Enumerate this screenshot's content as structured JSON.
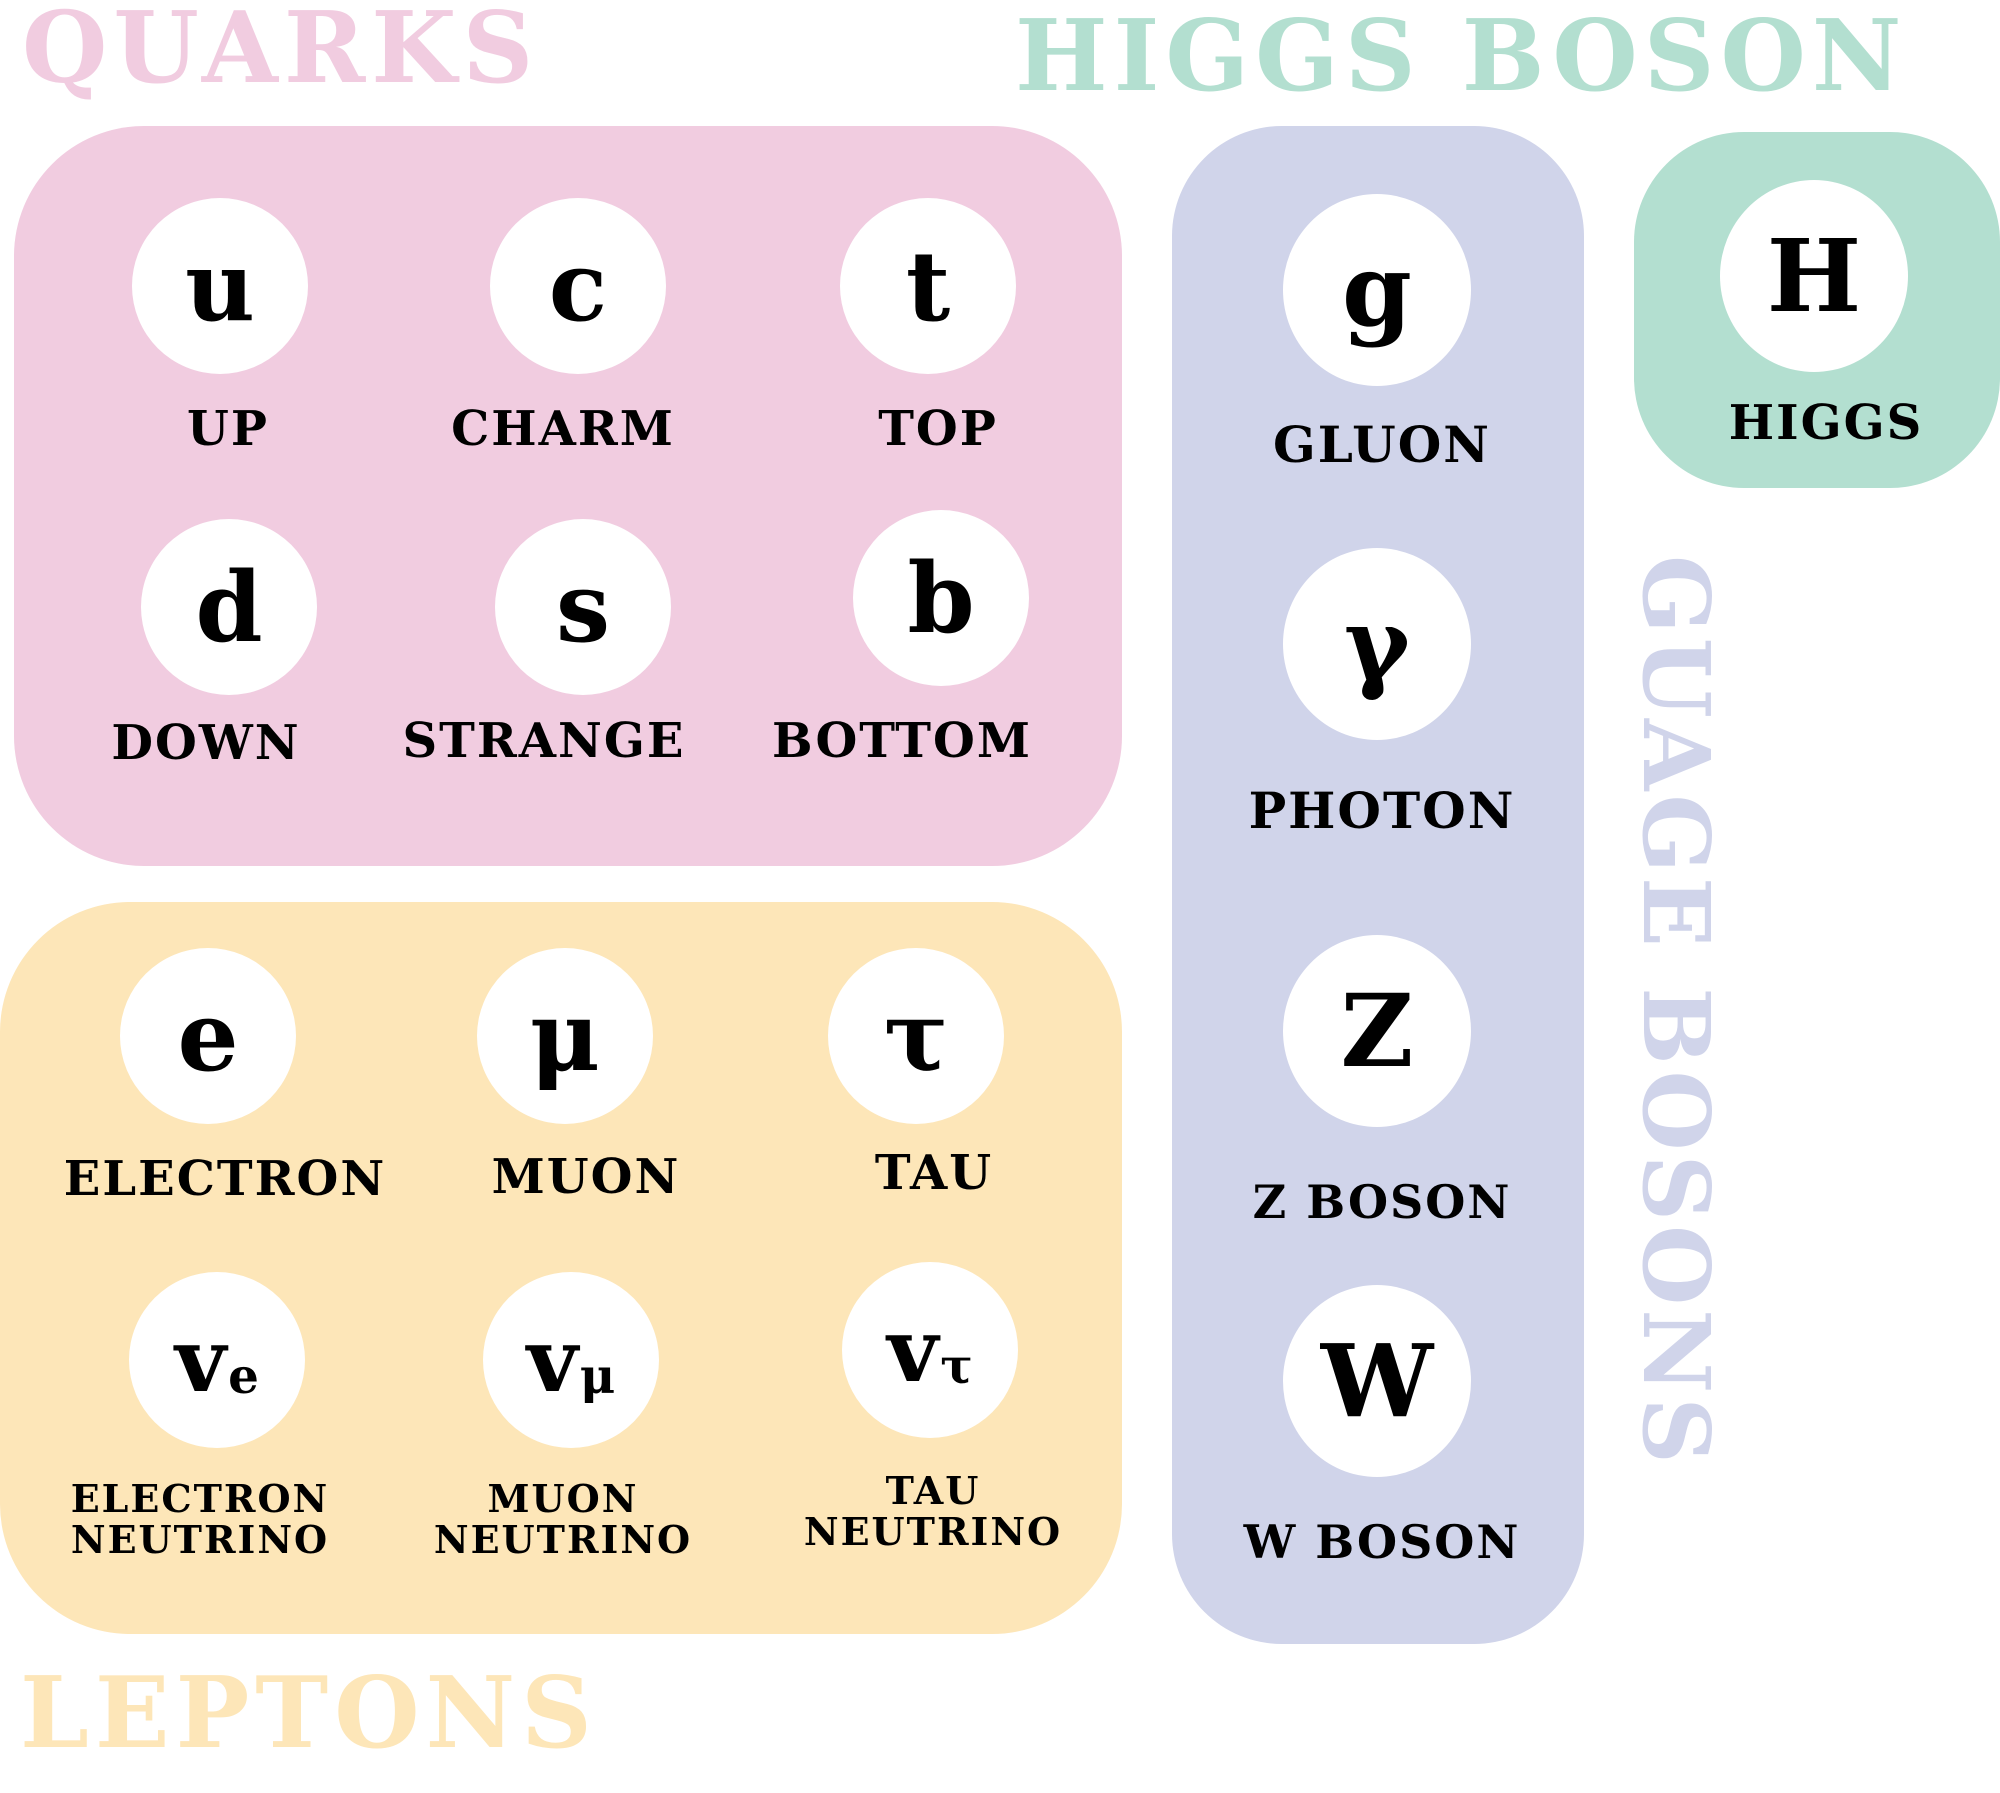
{
  "colors": {
    "quarks": "#f1cce0",
    "leptons": "#fde6b8",
    "gauge": "#d0d4ea",
    "higgs": "#b3dfd0",
    "quarks_title": "#f1cce0",
    "leptons_title": "#fde6b8",
    "gauge_title": "#d0d4ea",
    "higgs_title": "#b3dfd0"
  },
  "titles": {
    "quarks": "QUARKS",
    "higgs": "HIGGS BOSON",
    "leptons": "LEPTONS",
    "gauge": "GUAGE BOSONS"
  },
  "quarks": [
    {
      "symbol": "u",
      "name": "UP"
    },
    {
      "symbol": "c",
      "name": "CHARM"
    },
    {
      "symbol": "t",
      "name": "TOP"
    },
    {
      "symbol": "d",
      "name": "DOWN"
    },
    {
      "symbol": "s",
      "name": "STRANGE"
    },
    {
      "symbol": "b",
      "name": "BOTTOM"
    }
  ],
  "leptons": [
    {
      "symbol": "e",
      "name": "ELECTRON"
    },
    {
      "symbol": "μ",
      "name": "MUON"
    },
    {
      "symbol": "τ",
      "name": "TAU"
    },
    {
      "symbol": "v",
      "subscript": "e",
      "name_line1": "ELECTRON",
      "name_line2": "NEUTRINO"
    },
    {
      "symbol": "v",
      "subscript": "μ",
      "name_line1": "MUON",
      "name_line2": "NEUTRINO"
    },
    {
      "symbol": "v",
      "subscript": "τ",
      "name_line1": "TAU",
      "name_line2": "NEUTRINO"
    }
  ],
  "gauge_bosons": [
    {
      "symbol": "g",
      "name": "GLUON"
    },
    {
      "symbol": "γ",
      "name": "PHOTON"
    },
    {
      "symbol": "Z",
      "name": "Z BOSON"
    },
    {
      "symbol": "W",
      "name": "W BOSON"
    }
  ],
  "higgs": {
    "symbol": "H",
    "name": "HIGGS"
  }
}
